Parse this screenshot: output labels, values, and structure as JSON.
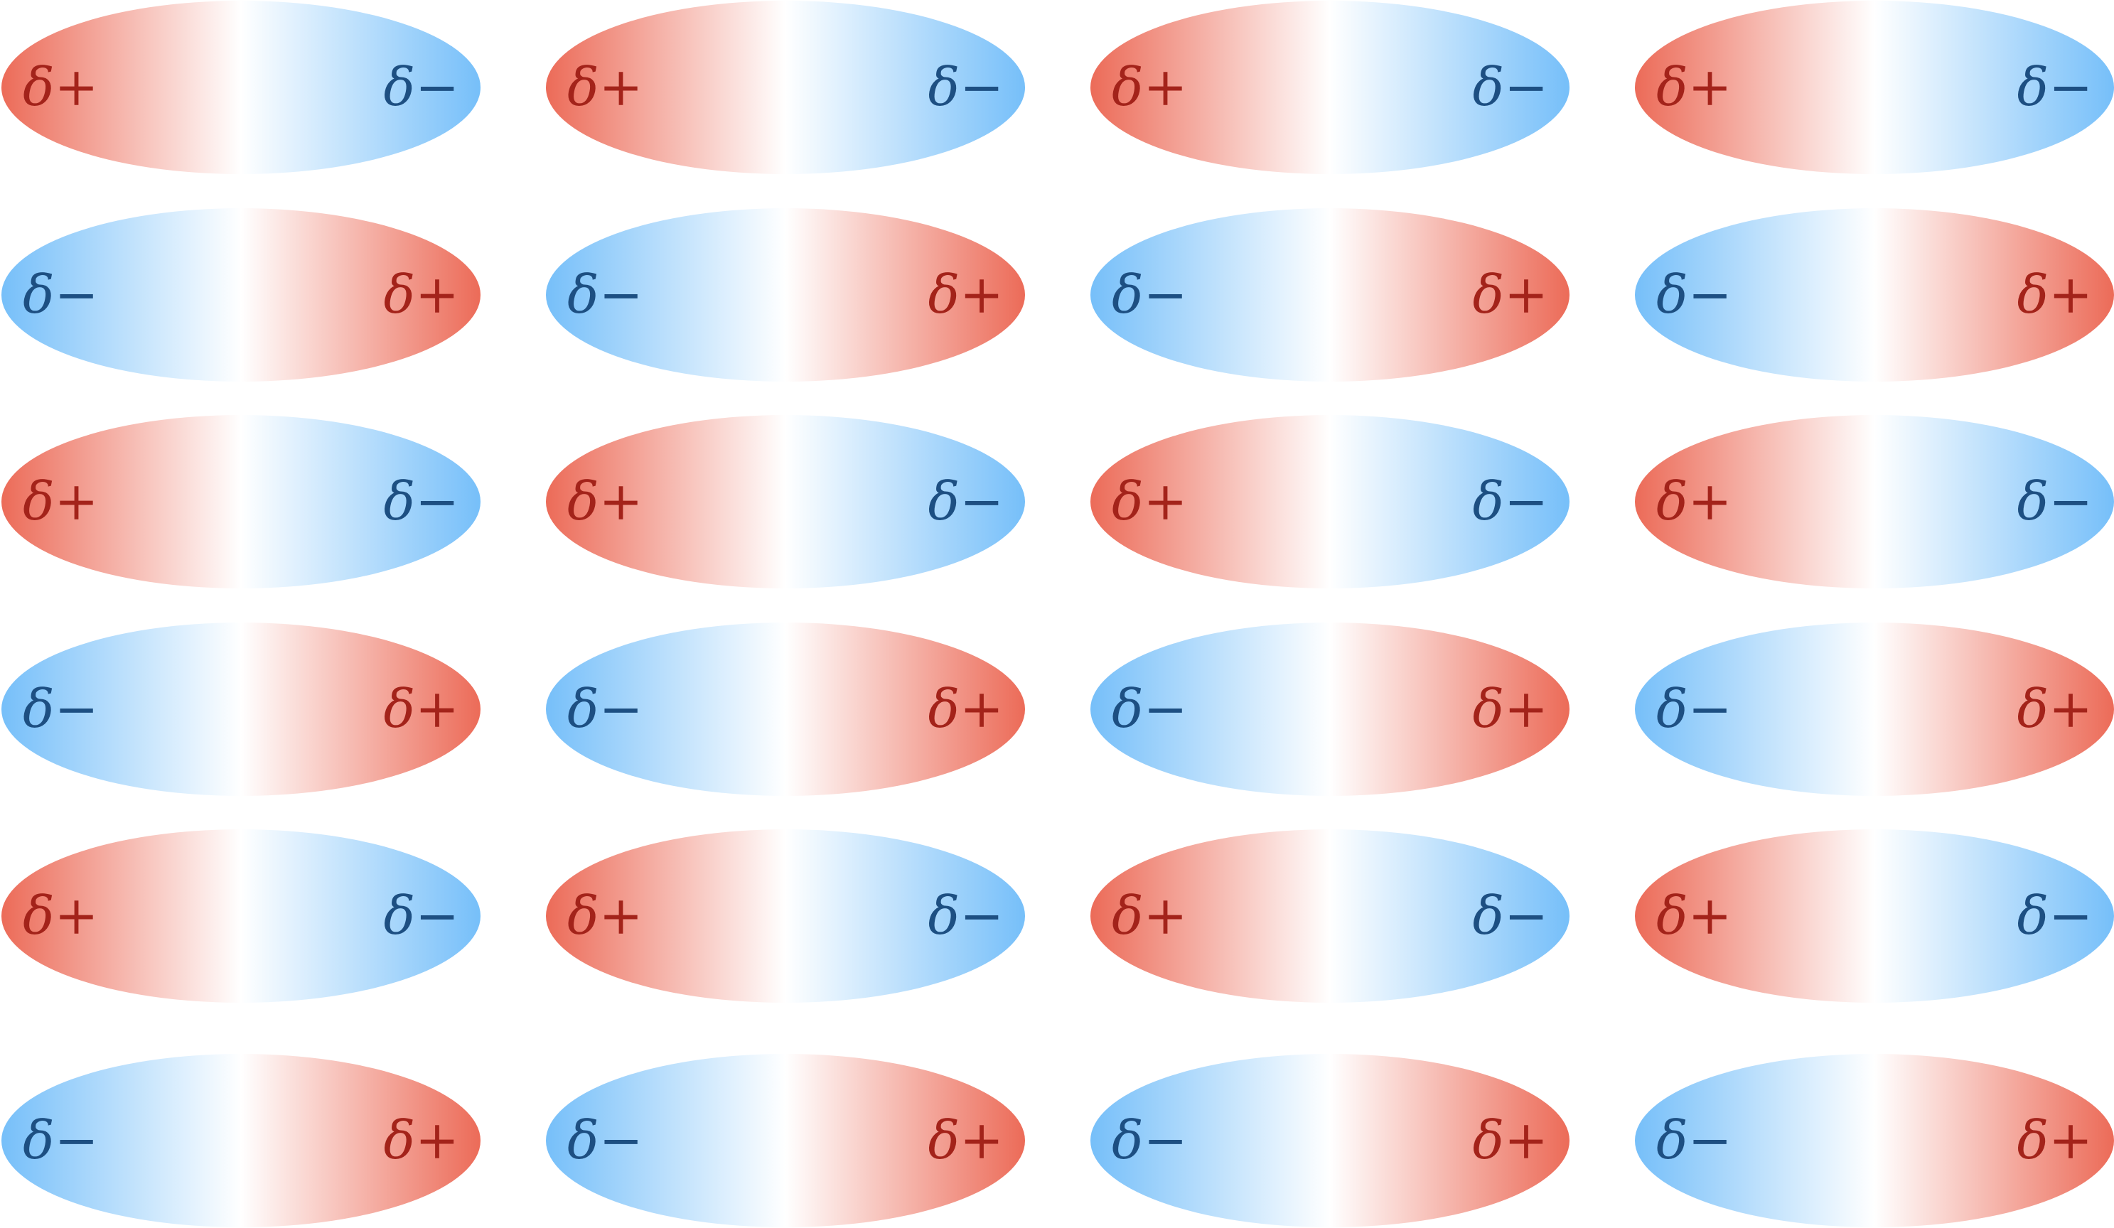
{
  "labels": {
    "positive": "δ+",
    "negative": "δ−"
  },
  "colors": {
    "positive_fill": "#ec6b58",
    "negative_fill": "#76bff9",
    "center_fill": "#ffffff",
    "positive_text": "#a3231a",
    "negative_text": "#1d4f82",
    "background": "#ffffff"
  },
  "dipole_rows": [
    {
      "left_pole": "positive",
      "right_pole": "negative"
    },
    {
      "left_pole": "negative",
      "right_pole": "positive"
    },
    {
      "left_pole": "positive",
      "right_pole": "negative"
    },
    {
      "left_pole": "negative",
      "right_pole": "positive"
    },
    {
      "left_pole": "positive",
      "right_pole": "negative"
    },
    {
      "left_pole": "negative",
      "right_pole": "positive"
    }
  ],
  "dipoles_per_row": 4
}
